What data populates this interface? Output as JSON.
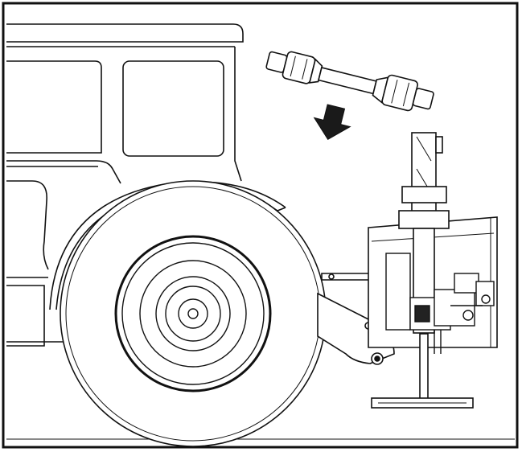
{
  "figure": {
    "kind": "technical-line-drawing",
    "components": [
      "tractor-cab",
      "rear-tractor-wheel",
      "three-point-linkage",
      "pto-driveshaft",
      "down-arrow-icon",
      "implement-mast",
      "gearbox-assembly",
      "stand-base"
    ]
  },
  "colors": {
    "line": "#111111",
    "fill": "#ffffff",
    "arrow": "#1a1a1a",
    "background": "#ffffff"
  }
}
